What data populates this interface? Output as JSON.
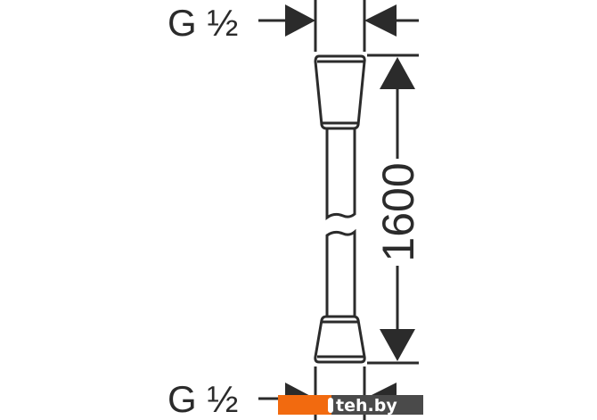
{
  "diagram": {
    "top_thread_label": "G ½",
    "bottom_thread_label": "G ½",
    "length_dimension": "1600"
  },
  "watermark": {
    "text": "teh.by",
    "accent_color": "#f26a0f",
    "bg_color": "#4a4a4a"
  }
}
